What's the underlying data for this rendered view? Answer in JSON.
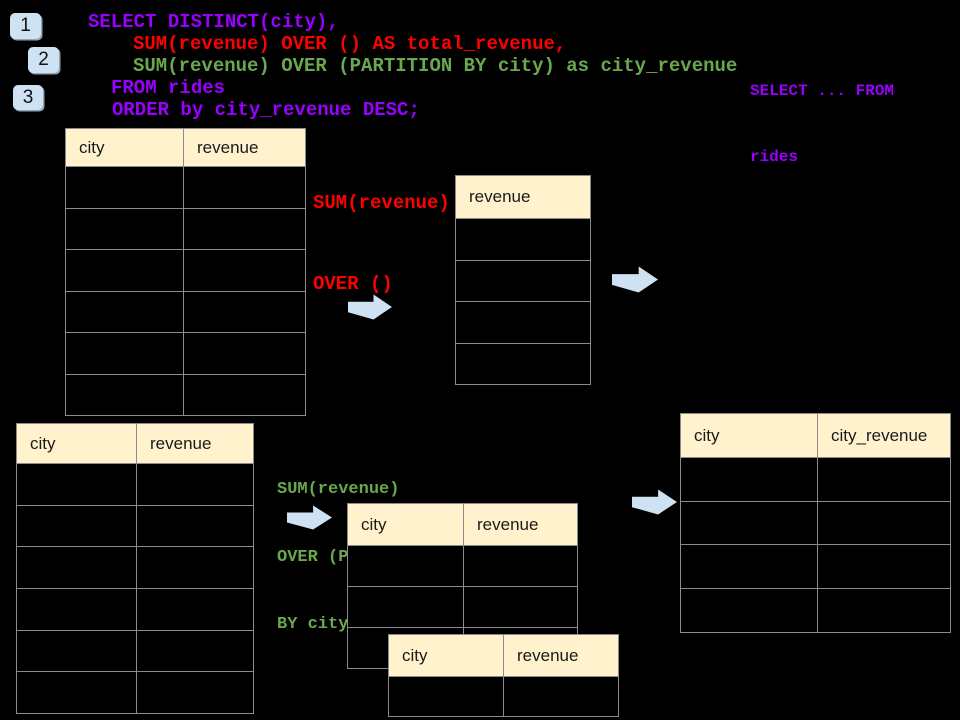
{
  "colors": {
    "canvas_bg": "#000000",
    "purple": "#9900FF",
    "red": "#FF0000",
    "green": "#6AA84F",
    "header_bg": "#FFF2CC",
    "header_text": "#1A1A1A",
    "table_border": "#8C8C8C",
    "arrow": "#CFE2F3",
    "badge_bg": "#CFE2F3"
  },
  "badges": [
    {
      "label": "1"
    },
    {
      "label": "2"
    },
    {
      "label": "3"
    }
  ],
  "sql": {
    "line_select": "SELECT DISTINCT(city),",
    "line_total": "SUM(revenue) OVER () AS total_revenue,",
    "line_partition": "SUM(revenue) OVER (PARTITION BY city) as city_revenue",
    "line_from": "FROM rides",
    "line_order": "ORDER by city_revenue DESC;"
  },
  "side_note": {
    "line1": "SELECT ... FROM",
    "line2": "rides"
  },
  "labels": {
    "total_over": {
      "line1": "SUM(revenue)",
      "line2": "OVER ()"
    },
    "partition_over": {
      "line1": "SUM(revenue)",
      "line2": "OVER (PARTITION",
      "line3": "BY city)"
    }
  },
  "tables": {
    "source_top": {
      "columns": [
        "city",
        "revenue"
      ],
      "rows": 6
    },
    "total_result": {
      "columns": [
        "revenue"
      ],
      "rows": 4
    },
    "source_bottom": {
      "columns": [
        "city",
        "revenue"
      ],
      "rows": 6
    },
    "partition_mid": {
      "columns": [
        "city",
        "revenue"
      ],
      "rows": 3
    },
    "partition_overlay": {
      "columns": [
        "city",
        "revenue"
      ],
      "rows": 1
    },
    "city_revenue_result": {
      "columns": [
        "city",
        "city_revenue"
      ],
      "rows": 4
    }
  }
}
